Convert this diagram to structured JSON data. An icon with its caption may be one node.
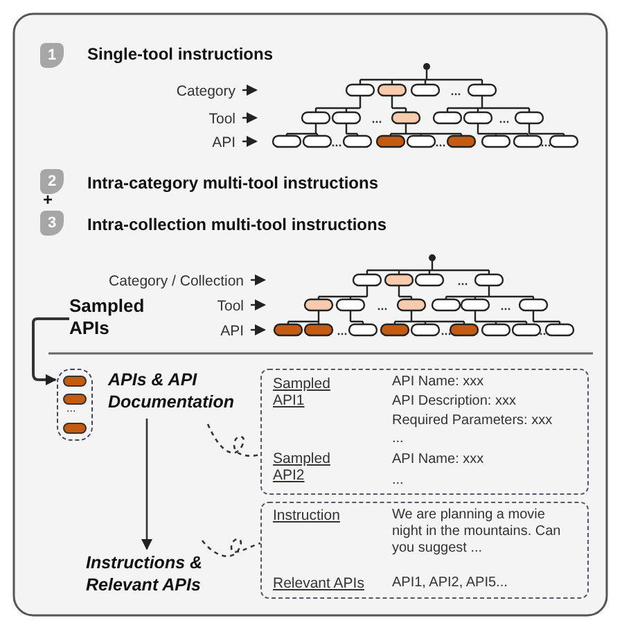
{
  "diagram": {
    "nodes": [
      {
        "text": [
          "1"
        ]
      },
      {
        "text": [
          "2"
        ]
      },
      {
        "text": [
          "3"
        ]
      },
      {
        "text": [
          "Sampled APIs"
        ]
      },
      {
        "text": [
          "..."
        ]
      },
      {
        "text": [
          "APIs & API Documentation"
        ]
      },
      {
        "text": [
          "Instructions & Relevant APIs"
        ]
      },
      {
        "text": [
          "Sampled API1",
          "API Name: xxx",
          "API Description: xxx",
          "Required Parameters: xxx",
          "...",
          "Sampled API2",
          "API Name: xxx",
          "..."
        ]
      },
      {
        "text": [
          "Instruction",
          "We are planning a movie night in the mountains. Can you suggest ...",
          "Relevant APIs",
          "API1, API2, API5..."
        ]
      }
    ],
    "edges": [
      {
        "from": 3,
        "to": 4,
        "arrow": "to"
      },
      {
        "from": 5,
        "to": 6,
        "arrow": "to"
      },
      {
        "from": 5,
        "to": 7,
        "arrow": "none",
        "style": "dashed"
      },
      {
        "from": 6,
        "to": 8,
        "arrow": "none",
        "style": "dashed"
      }
    ],
    "labels": [
      "Single-tool instructions",
      "Category",
      "Tool",
      "API",
      "Intra-category multi-tool instructions",
      "+",
      "Intra-collection multi-tool instructions",
      "Category / Collection",
      "Tool",
      "API"
    ]
  }
}
